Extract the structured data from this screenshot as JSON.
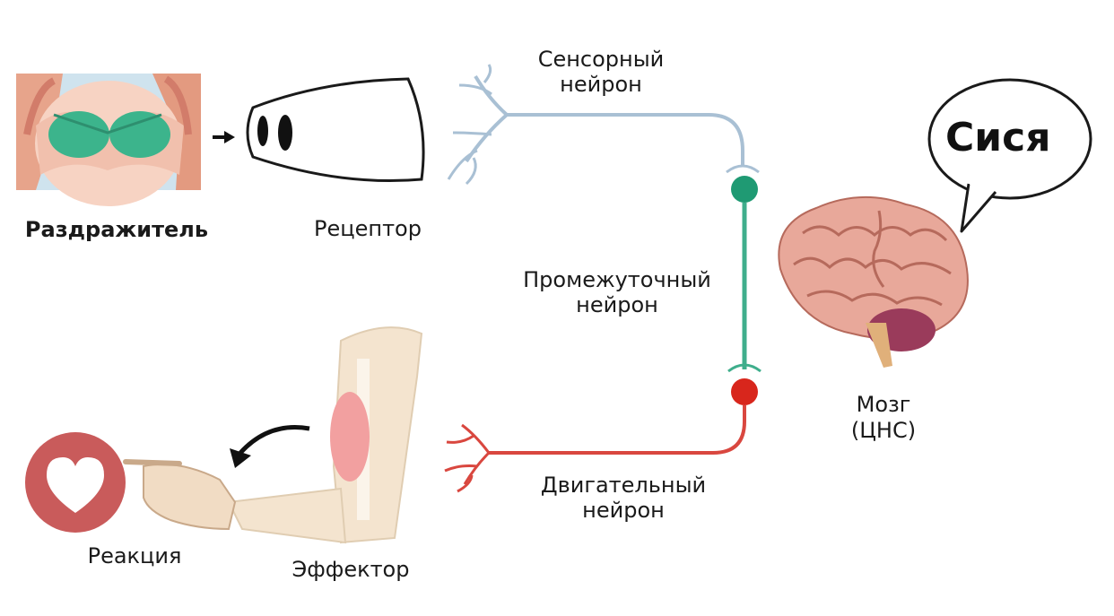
{
  "labels": {
    "stimulus": "Раздражитель",
    "receptor": "Рецептор",
    "sensory_line1": "Сенсорный",
    "sensory_line2": "нейрон",
    "inter_line1": "Промежуточный",
    "inter_line2": "нейрон",
    "motor_line1": "Двигательный",
    "motor_line2": "нейрон",
    "brain_line1": "Мозг",
    "brain_line2": "(ЦНС)",
    "reaction": "Реакция",
    "effector": "Эффектор"
  },
  "speech_bubble": {
    "text": "Сися"
  },
  "colors": {
    "sensory": "#a9c0d4",
    "inter": "#3fae8c",
    "motor": "#d9473f",
    "synapse_green": "#1f9a73",
    "synapse_red": "#d8261c",
    "heart_ring": "#c95b5b",
    "brain": "#e8a89a",
    "cerebellum": "#9a3b5b",
    "muscle": "#f2a0a0"
  },
  "icons": {
    "stimulus_image": "stimulus-illustration-icon",
    "receptor_image": "receptor-cell-icon",
    "brain_image": "brain-icon",
    "arm_image": "arm-effector-icon",
    "heart_image": "heart-reaction-icon",
    "arrow_small": "arrow-right-icon",
    "arrow_curved": "curved-arrow-icon"
  }
}
